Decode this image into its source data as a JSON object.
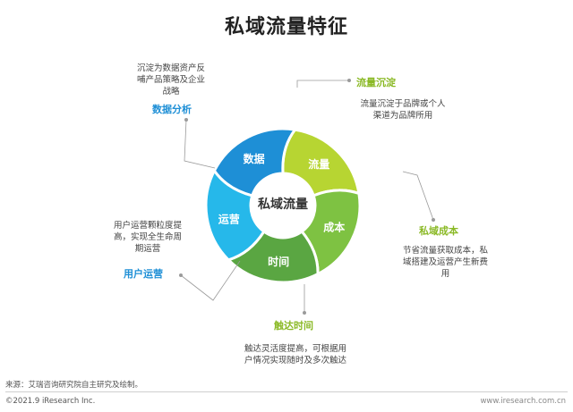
{
  "title": "私域流量特征",
  "center_label": "私域流量",
  "segments": [
    {
      "label": "流量",
      "color": "#b7d532"
    },
    {
      "label": "成本",
      "color": "#7ec242"
    },
    {
      "label": "时间",
      "color": "#5aa642"
    },
    {
      "label": "运营",
      "color": "#26b8ea"
    },
    {
      "label": "数据",
      "color": "#1e8fd6"
    }
  ],
  "callouts": {
    "liuliang": {
      "header": "流量沉淀",
      "desc": [
        "流量沉淀于品牌或个人",
        "渠道为品牌所用"
      ]
    },
    "chengben": {
      "header": "私域成本",
      "desc": [
        "节省流量获取成本，私",
        "域搭建及运营产生新费",
        "用"
      ]
    },
    "shijian": {
      "header": "触达时间",
      "desc": [
        "触达灵活度提高，可根据用",
        "户情况实现随时及多次触达"
      ]
    },
    "yunying": {
      "header": "用户运营",
      "desc": [
        "用户运营颗粒度提",
        "高，实现全生命周",
        "期运营"
      ]
    },
    "shuju": {
      "header": "数据分析",
      "desc": [
        "沉淀为数据资产反",
        "哺产品策略及企业",
        "战略"
      ]
    }
  },
  "colors": {
    "green_text": "#8ab925",
    "blue_text": "#1e8fd6",
    "leader": "#9a9a9a"
  },
  "footer": {
    "source": "来源：艾瑞咨询研究院自主研究及绘制。",
    "copyright": "©2021.9 iResearch Inc.",
    "site": "www.iresearch.com.cn"
  }
}
